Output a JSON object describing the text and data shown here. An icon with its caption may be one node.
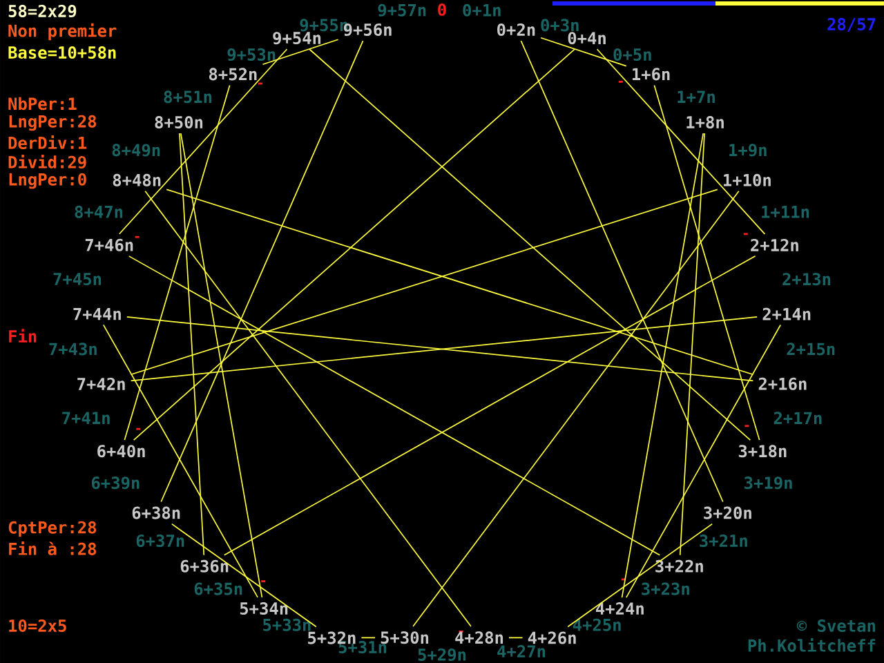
{
  "diagram": {
    "nodes": [
      {
        "text": [
          "0"
        ]
      },
      {
        "text": [
          "0+1n"
        ]
      },
      {
        "text": [
          "0+2n"
        ]
      },
      {
        "text": [
          "0+3n"
        ]
      },
      {
        "text": [
          "0+4n"
        ]
      },
      {
        "text": [
          "0+5n"
        ]
      },
      {
        "text": [
          "1+6n"
        ]
      },
      {
        "text": [
          "1+7n"
        ]
      },
      {
        "text": [
          "1+8n"
        ]
      },
      {
        "text": [
          "1+9n"
        ]
      },
      {
        "text": [
          "1+10n"
        ]
      },
      {
        "text": [
          "1+11n"
        ]
      },
      {
        "text": [
          "2+12n"
        ]
      },
      {
        "text": [
          "2+13n"
        ]
      },
      {
        "text": [
          "2+14n"
        ]
      },
      {
        "text": [
          "2+15n"
        ]
      },
      {
        "text": [
          "2+16n"
        ]
      },
      {
        "text": [
          "2+17n"
        ]
      },
      {
        "text": [
          "3+18n"
        ]
      },
      {
        "text": [
          "3+19n"
        ]
      },
      {
        "text": [
          "3+20n"
        ]
      },
      {
        "text": [
          "3+21n"
        ]
      },
      {
        "text": [
          "3+22n"
        ]
      },
      {
        "text": [
          "3+23n"
        ]
      },
      {
        "text": [
          "4+24n"
        ]
      },
      {
        "text": [
          "4+25n"
        ]
      },
      {
        "text": [
          "4+26n"
        ]
      },
      {
        "text": [
          "4+27n"
        ]
      },
      {
        "text": [
          "4+28n"
        ]
      },
      {
        "text": [
          "5+29n"
        ]
      },
      {
        "text": [
          "5+30n"
        ]
      },
      {
        "text": [
          "5+31n"
        ]
      },
      {
        "text": [
          "5+32n"
        ]
      },
      {
        "text": [
          "5+33n"
        ]
      },
      {
        "text": [
          "5+34n"
        ]
      },
      {
        "text": [
          "6+35n"
        ]
      },
      {
        "text": [
          "6+36n"
        ]
      },
      {
        "text": [
          "6+37n"
        ]
      },
      {
        "text": [
          "6+38n"
        ]
      },
      {
        "text": [
          "6+39n"
        ]
      },
      {
        "text": [
          "6+40n"
        ]
      },
      {
        "text": [
          "7+41n"
        ]
      },
      {
        "text": [
          "7+42n"
        ]
      },
      {
        "text": [
          "7+43n"
        ]
      },
      {
        "text": [
          "7+44n"
        ]
      },
      {
        "text": [
          "7+45n"
        ]
      },
      {
        "text": [
          "7+46n"
        ]
      },
      {
        "text": [
          "8+47n"
        ]
      },
      {
        "text": [
          "8+48n"
        ]
      },
      {
        "text": [
          "8+49n"
        ]
      },
      {
        "text": [
          "8+50n"
        ]
      },
      {
        "text": [
          "8+51n"
        ]
      },
      {
        "text": [
          "8+52n"
        ]
      },
      {
        "text": [
          "9+53n"
        ]
      },
      {
        "text": [
          "9+54n"
        ]
      },
      {
        "text": [
          "9+55n"
        ]
      },
      {
        "text": [
          "9+56n"
        ]
      },
      {
        "text": [
          "9+57n"
        ]
      }
    ],
    "edges": [
      {
        "from": 10,
        "to": 42,
        "arrow": "none"
      },
      {
        "from": 42,
        "to": 14,
        "arrow": "none"
      },
      {
        "from": 14,
        "to": 24,
        "arrow": "none"
      },
      {
        "from": 24,
        "to": 8,
        "arrow": "none"
      },
      {
        "from": 8,
        "to": 22,
        "arrow": "none"
      },
      {
        "from": 22,
        "to": 46,
        "arrow": "none"
      },
      {
        "from": 46,
        "to": 54,
        "arrow": "none"
      },
      {
        "from": 54,
        "to": 18,
        "arrow": "none"
      },
      {
        "from": 18,
        "to": 6,
        "arrow": "none"
      },
      {
        "from": 6,
        "to": 2,
        "arrow": "none"
      },
      {
        "from": 2,
        "to": 20,
        "arrow": "none"
      },
      {
        "from": 20,
        "to": 26,
        "arrow": "none"
      },
      {
        "from": 26,
        "to": 28,
        "arrow": "none"
      },
      {
        "from": 28,
        "to": 48,
        "arrow": "none"
      },
      {
        "from": 48,
        "to": 16,
        "arrow": "none"
      },
      {
        "from": 16,
        "to": 44,
        "arrow": "none"
      },
      {
        "from": 44,
        "to": 34,
        "arrow": "none"
      },
      {
        "from": 34,
        "to": 50,
        "arrow": "none"
      },
      {
        "from": 50,
        "to": 36,
        "arrow": "none"
      },
      {
        "from": 36,
        "to": 12,
        "arrow": "none"
      },
      {
        "from": 12,
        "to": 4,
        "arrow": "none"
      },
      {
        "from": 4,
        "to": 40,
        "arrow": "none"
      },
      {
        "from": 40,
        "to": 52,
        "arrow": "none"
      },
      {
        "from": 52,
        "to": 56,
        "arrow": "none"
      },
      {
        "from": 56,
        "to": 38,
        "arrow": "none"
      },
      {
        "from": 38,
        "to": 32,
        "arrow": "none"
      },
      {
        "from": 32,
        "to": 30,
        "arrow": "none"
      },
      {
        "from": 30,
        "to": 10,
        "arrow": "none"
      }
    ],
    "labels": [
      "58=2x29",
      "Non premier",
      "Base=10+58n",
      "28/57",
      "NbPer:1",
      "LngPer:28",
      "DerDiv:1",
      "Divid:29",
      "LngPer:0",
      "Fin",
      "CptPer:28",
      "Fin à :28",
      "10=2x5",
      "© Svetan",
      "Ph.Kolitcheff"
    ]
  }
}
